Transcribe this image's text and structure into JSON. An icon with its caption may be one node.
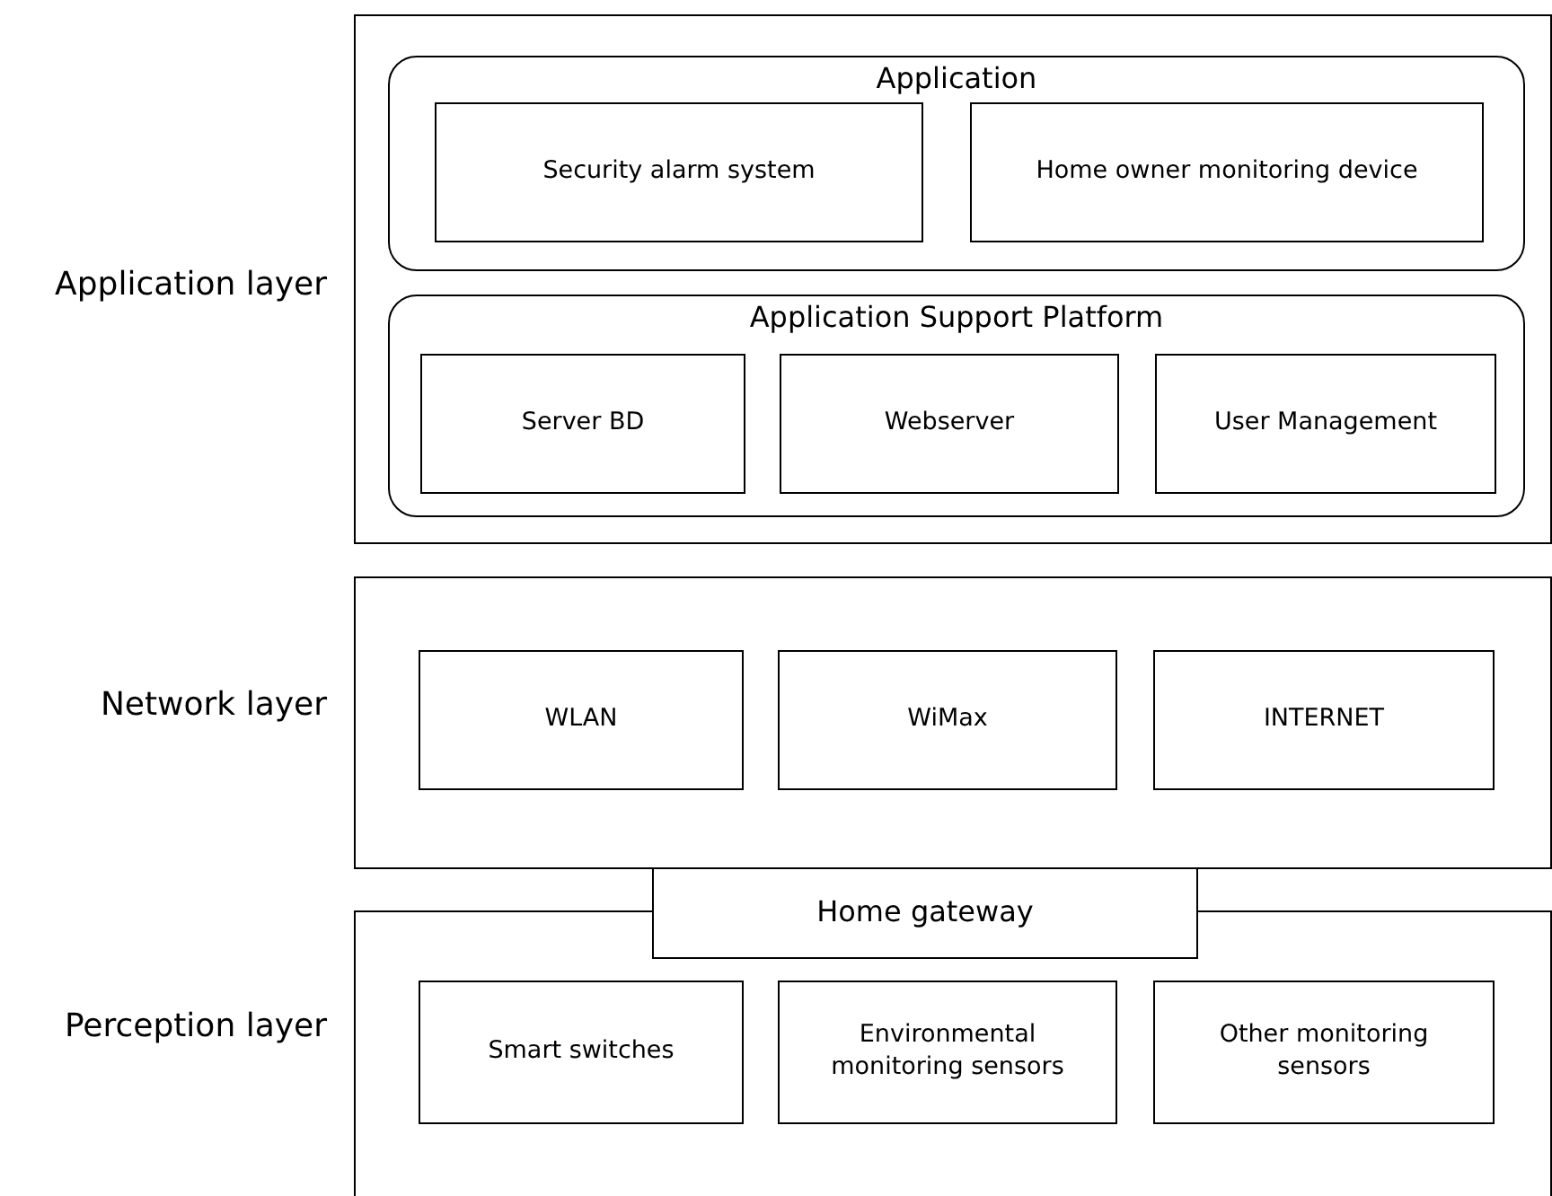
{
  "diagram": {
    "nodes": [
      {
        "text": [
          "Application layer"
        ]
      },
      {
        "text": [
          "Application"
        ],
        "in": 0
      },
      {
        "text": [
          "Security alarm system"
        ],
        "in": 1
      },
      {
        "text": [
          "Home owner monitoring device"
        ],
        "in": 1
      },
      {
        "text": [
          "Application Support Platform"
        ],
        "in": 0
      },
      {
        "text": [
          "Server BD"
        ],
        "in": 4
      },
      {
        "text": [
          "Webserver"
        ],
        "in": 4
      },
      {
        "text": [
          "User Management"
        ],
        "in": 4
      },
      {
        "text": [
          "Network layer"
        ]
      },
      {
        "text": [
          "WLAN"
        ],
        "in": 8
      },
      {
        "text": [
          "WiMax"
        ],
        "in": 8
      },
      {
        "text": [
          "INTERNET"
        ],
        "in": 8
      },
      {
        "text": [
          "Home gateway"
        ]
      },
      {
        "text": [
          "Perception layer"
        ]
      },
      {
        "text": [
          "Smart switches"
        ],
        "in": 13
      },
      {
        "text": [
          "Environmental monitoring sensors"
        ],
        "in": 13
      },
      {
        "text": [
          "Other monitoring sensors"
        ],
        "in": 13
      }
    ]
  }
}
